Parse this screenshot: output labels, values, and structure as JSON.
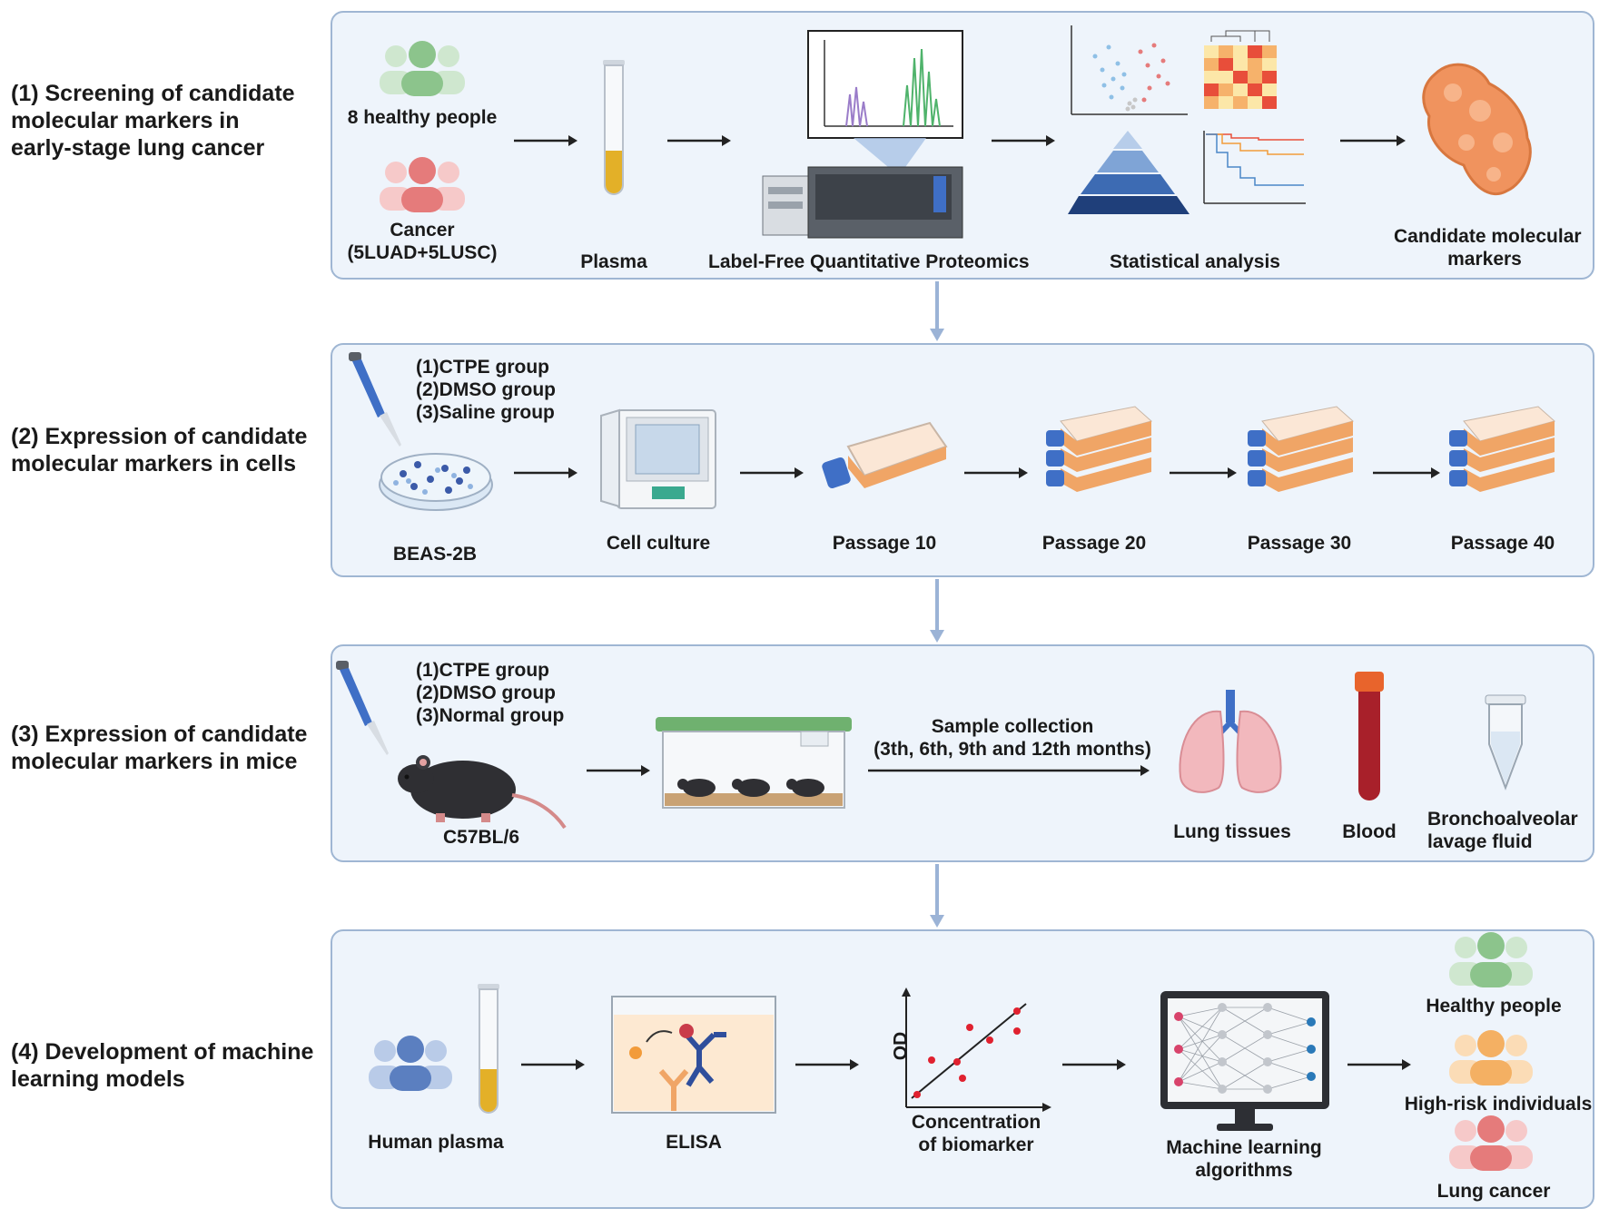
{
  "stages": [
    {
      "label_lines": [
        "(1) Screening of candidate",
        "molecular markers in",
        "early-stage lung cancer"
      ],
      "items": {
        "healthy": "8 healthy people",
        "cancer_lines": [
          "Cancer",
          "(5LUAD+5LUSC)"
        ],
        "plasma": "Plasma",
        "proteomics": "Label-Free Quantitative Proteomics",
        "statistics": "Statistical analysis",
        "candidate_lines": [
          "Candidate molecular",
          "markers"
        ]
      }
    },
    {
      "label_lines": [
        "(2) Expression of candidate",
        "molecular markers in cells"
      ],
      "groups": [
        "(1)CTPE group",
        "(2)DMSO group",
        "(3)Saline group"
      ],
      "items": {
        "cell_line": "BEAS-2B",
        "culture": "Cell culture",
        "passages": [
          "Passage 10",
          "Passage 20",
          "Passage 30",
          "Passage 40"
        ]
      }
    },
    {
      "label_lines": [
        "(3) Expression of candidate",
        "molecular markers in mice"
      ],
      "groups": [
        "(1)CTPE group",
        "(2)DMSO group",
        "(3)Normal group"
      ],
      "items": {
        "mouse": "C57BL/6",
        "collection_lines": [
          "Sample collection",
          "(3th, 6th, 9th and 12th months)"
        ],
        "lung": "Lung tissues",
        "blood": "Blood",
        "balf_lines": [
          "Bronchoalveolar",
          "lavage fluid"
        ]
      }
    },
    {
      "label_lines": [
        "(4) Development of machine",
        "learning models"
      ],
      "items": {
        "human_plasma": "Human plasma",
        "elisa": "ELISA",
        "plot_ylabel": "OD",
        "plot_xlabel_lines": [
          "Concentration",
          "of biomarker"
        ],
        "ml_lines": [
          "Machine learning",
          "algorithms"
        ],
        "outcomes": [
          "Healthy people",
          "High-risk individuals",
          "Lung cancer"
        ]
      }
    }
  ],
  "colors": {
    "panel_bg": "#eef4fb",
    "panel_border": "#9fb6d3",
    "connector": "#9bb3d6",
    "healthy": "#8cc48c",
    "cancer": "#e57b7b",
    "highrisk": "#f4b063",
    "human": "#5b7fc0",
    "plasma_yellow": "#e3b028",
    "flask_orange": "#f0a566",
    "flask_cap": "#3f6fc6"
  }
}
